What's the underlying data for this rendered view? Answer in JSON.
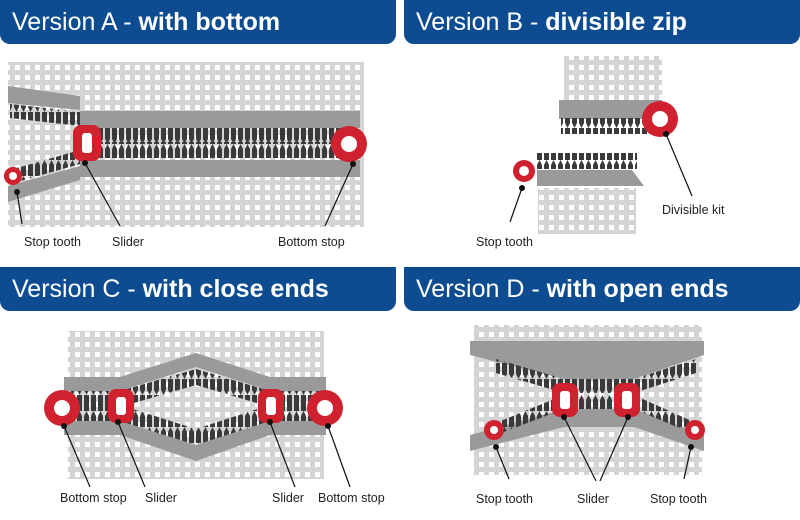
{
  "panels": [
    {
      "version": "Version A - ",
      "title": "with bottom",
      "labels": {
        "stop_tooth": "Stop tooth",
        "slider": "Slider",
        "bottom_stop": "Bottom stop"
      }
    },
    {
      "version": "Version B - ",
      "title": "divisible zip",
      "labels": {
        "stop_tooth": "Stop tooth",
        "divisible_kit": "Divisible kit"
      }
    },
    {
      "version": "Version C - ",
      "title": "with close ends",
      "labels": {
        "bottom_stop_left": "Bottom stop",
        "slider_left": "Slider",
        "slider_right": "Slider",
        "bottom_stop_right": "Bottom stop"
      }
    },
    {
      "version": "Version D - ",
      "title": "with open ends",
      "labels": {
        "stop_tooth_left": "Stop tooth",
        "slider": "Slider",
        "stop_tooth_right": "Stop tooth"
      }
    }
  ],
  "colors": {
    "header": "#0e4c92",
    "accent_red": "#d0222e",
    "tape_gray": "#9a9a9a",
    "teeth_dark": "#3a3a3a"
  }
}
